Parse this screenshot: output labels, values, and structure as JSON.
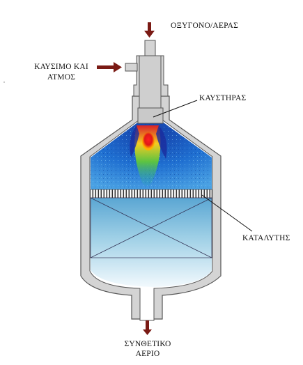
{
  "labels": {
    "oxygen_air": "ΟΞΥΓΟΝΟ/ΑΕΡΑΣ",
    "fuel_steam_line1": "ΚΑΥΣΙΜΟ ΚΑΙ",
    "fuel_steam_line2": "ΑΤΜΟΣ",
    "burner": "ΚΑΥΣΤΗΡΑΣ",
    "catalyst": "ΚΑΤΑΛΥΤΗΣ",
    "syngas_line1": "ΣΥΝΘΕΤΙΚΟ",
    "syngas_line2": "ΑΕΡΙΟ"
  },
  "colors": {
    "arrow": "#7a1a14",
    "vessel_wall": "#d4d4d4",
    "outline": "#555555",
    "combustion_blue": "#1f6fd1",
    "catalyst_bed": "#9ccfe4",
    "flame_core": "#e52222"
  }
}
